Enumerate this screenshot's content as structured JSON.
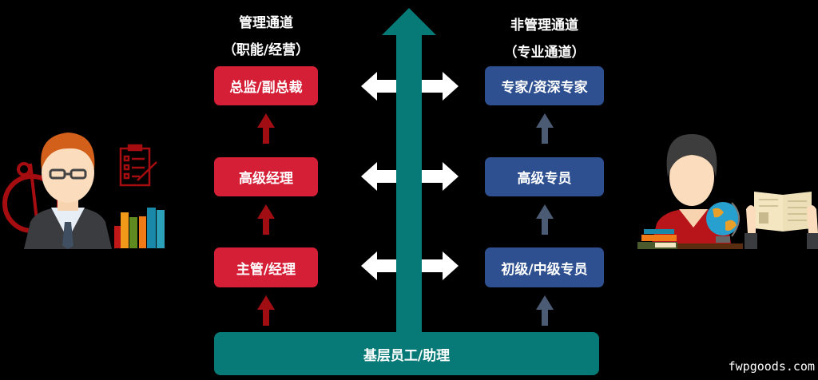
{
  "left_channel": {
    "title": "管理通道",
    "subtitle": "（职能/经营）",
    "levels": [
      "总监/副总裁",
      "高级经理",
      "主管/经理"
    ]
  },
  "right_channel": {
    "title": "非管理通道",
    "subtitle": "（专业通道）",
    "levels": [
      "专家/资深专家",
      "高级专员",
      "初级/中级专员"
    ]
  },
  "base": "基层员工/助理",
  "watermark": "fwpgoods.com",
  "colors": {
    "management": "#d51f37",
    "professional": "#2e5090",
    "trunk": "#077a77",
    "mgmt_arrow": "#a00d12",
    "prof_arrow": "#4b5b73"
  }
}
